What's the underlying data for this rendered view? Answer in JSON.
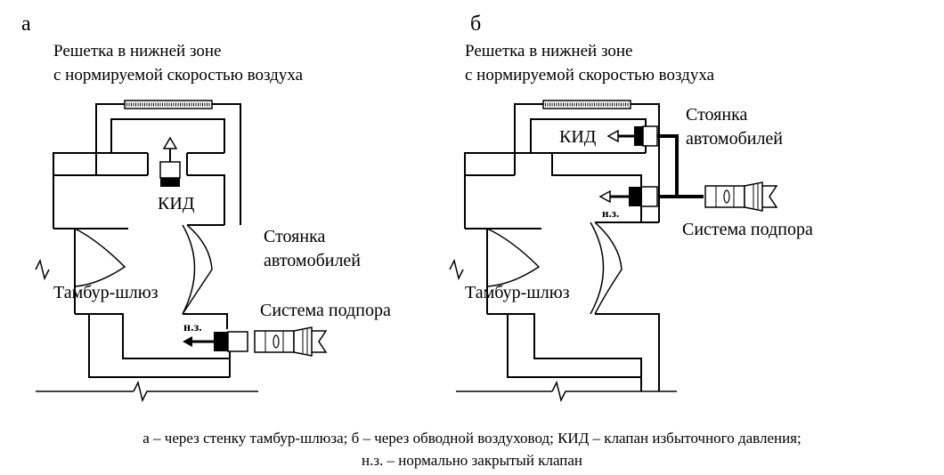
{
  "panel_a": {
    "letter": "а",
    "title_line1": "Решетка в нижней зоне",
    "title_line2": "с нормируемой скоростью воздуха",
    "kid_label": "КИД",
    "parking_line1": "Стоянка",
    "parking_line2": "автомобилей",
    "vestibule_label": "Тамбур-шлюз",
    "pressurization_label": "Система подпора",
    "nz_label": "н.з."
  },
  "panel_b": {
    "letter": "б",
    "title_line1": "Решетка в нижней зоне",
    "title_line2": "с нормируемой скоростью воздуха",
    "kid_label": "КИД",
    "parking_line1": "Стоянка",
    "parking_line2": "автомобилей",
    "vestibule_label": "Тамбур-шлюз",
    "pressurization_label": "Система подпора",
    "nz_label": "н.з."
  },
  "caption": {
    "line1": "а – через стенку тамбур-шлюза; б – через обводной воздуховод; КИД – клапан избыточного давления;",
    "line2": "н.з. – нормально закрытый клапан"
  }
}
